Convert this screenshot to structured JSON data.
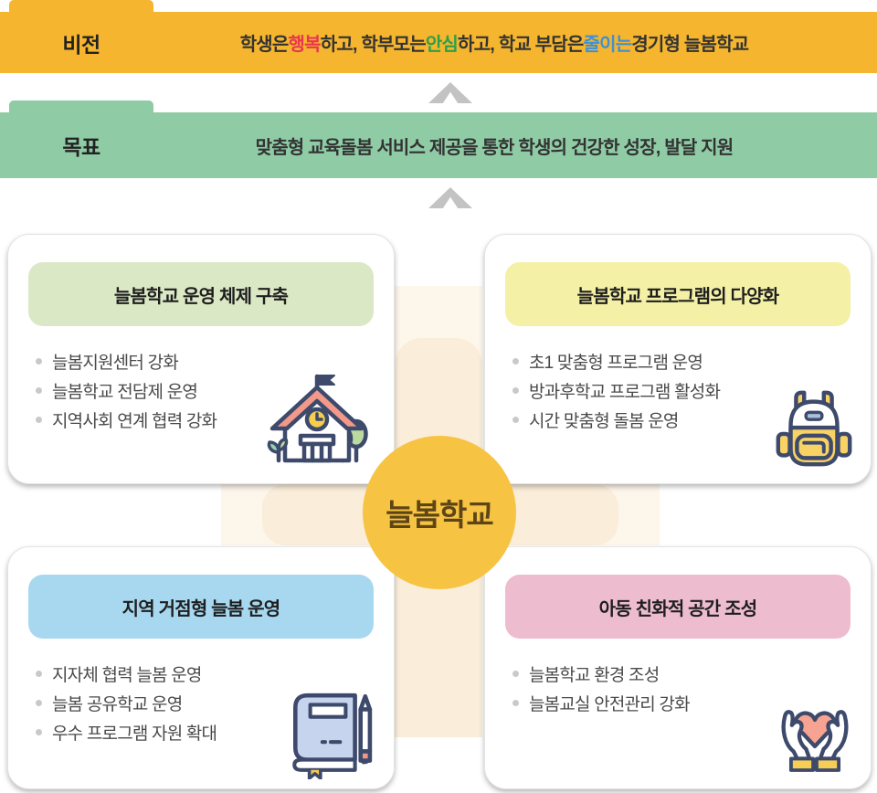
{
  "vision_banner": {
    "label": "비전",
    "bg": "#f5b52e",
    "segments": [
      {
        "text": "학생은 ",
        "color": "#333333"
      },
      {
        "text": "행복",
        "color": "#e8364e"
      },
      {
        "text": "하고, 학부모는 ",
        "color": "#333333"
      },
      {
        "text": "안심",
        "color": "#29a04b"
      },
      {
        "text": "하고, 학교 부담은 ",
        "color": "#333333"
      },
      {
        "text": "줄이는",
        "color": "#4090d4"
      },
      {
        "text": " 경기형 늘봄학교",
        "color": "#333333"
      }
    ]
  },
  "goal_banner": {
    "label": "목표",
    "bg": "#8fcca5",
    "text": "맞춤형 교육돌봄 서비스 제공을 통한 학생의 건강한 성장, 발달 지원"
  },
  "center_circle": {
    "label": "늘봄학교",
    "bg": "#f7c342",
    "text_color": "#5d4516"
  },
  "cards": [
    {
      "title": "늘봄학교 운영 체제 구축",
      "header_bg": "#dbe8c5",
      "icon": "school-icon",
      "bullets": [
        "늘봄지원센터 강화",
        "늘봄학교 전담제 운영",
        "지역사회 연계 협력 강화"
      ]
    },
    {
      "title": "늘봄학교 프로그램의 다양화",
      "header_bg": "#f4f0a6",
      "icon": "backpack-icon",
      "bullets": [
        "초1 맞춤형 프로그램 운영",
        "방과후학교 프로그램 활성화",
        "시간 맞춤형 돌봄 운영"
      ]
    },
    {
      "title": "지역 거점형 늘봄 운영",
      "header_bg": "#a7d8f0",
      "icon": "book-pencil-icon",
      "bullets": [
        "지자체 협력 늘봄 운영",
        "늘봄 공유학교 운영",
        "우수 프로그램 자원 확대"
      ]
    },
    {
      "title": "아동 친화적 공간 조성",
      "header_bg": "#edbcce",
      "icon": "hands-heart-icon",
      "bullets": [
        "늘봄학교 환경 조성",
        "늘봄교실 안전관리 강화"
      ]
    }
  ],
  "decor": {
    "arrow_color": "#c3c3c3",
    "band_light": "#fdf6eb",
    "band_dark": "#faedda",
    "icon_outline": "#3d4a6b"
  }
}
